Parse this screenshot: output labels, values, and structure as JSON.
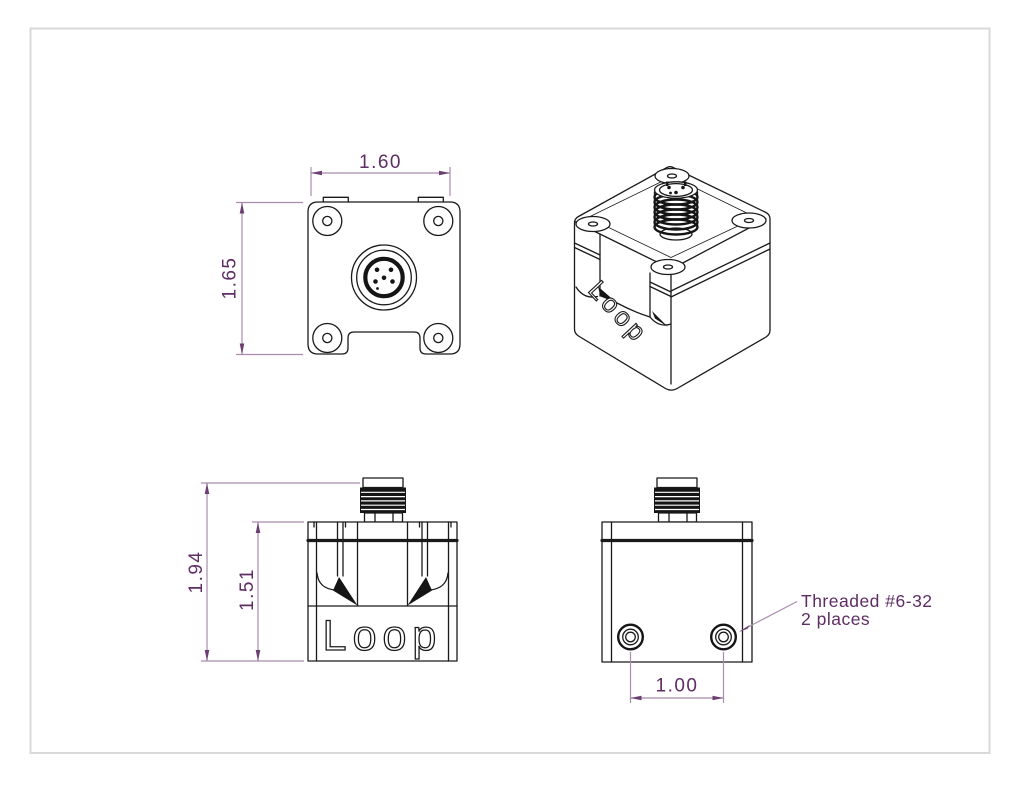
{
  "dimensions": {
    "top_width": "1.60",
    "top_height": "1.65",
    "front_total_height": "1.94",
    "front_body_height": "1.51",
    "back_hole_spacing": "1.00"
  },
  "annotations": {
    "thread_note_line1": "Threaded #6-32",
    "thread_note_line2": "2 places"
  },
  "logo": {
    "front_view_text": "Loop",
    "isometric_view_text": "Loop"
  },
  "colors": {
    "dimension_line": "#a98bad",
    "dimension_arrow": "#6b3e71",
    "dimension_text": "#5f2c64",
    "drawing_line": "#1a1a1a",
    "frame_border": "#d9d9d9",
    "background": "#ffffff"
  }
}
